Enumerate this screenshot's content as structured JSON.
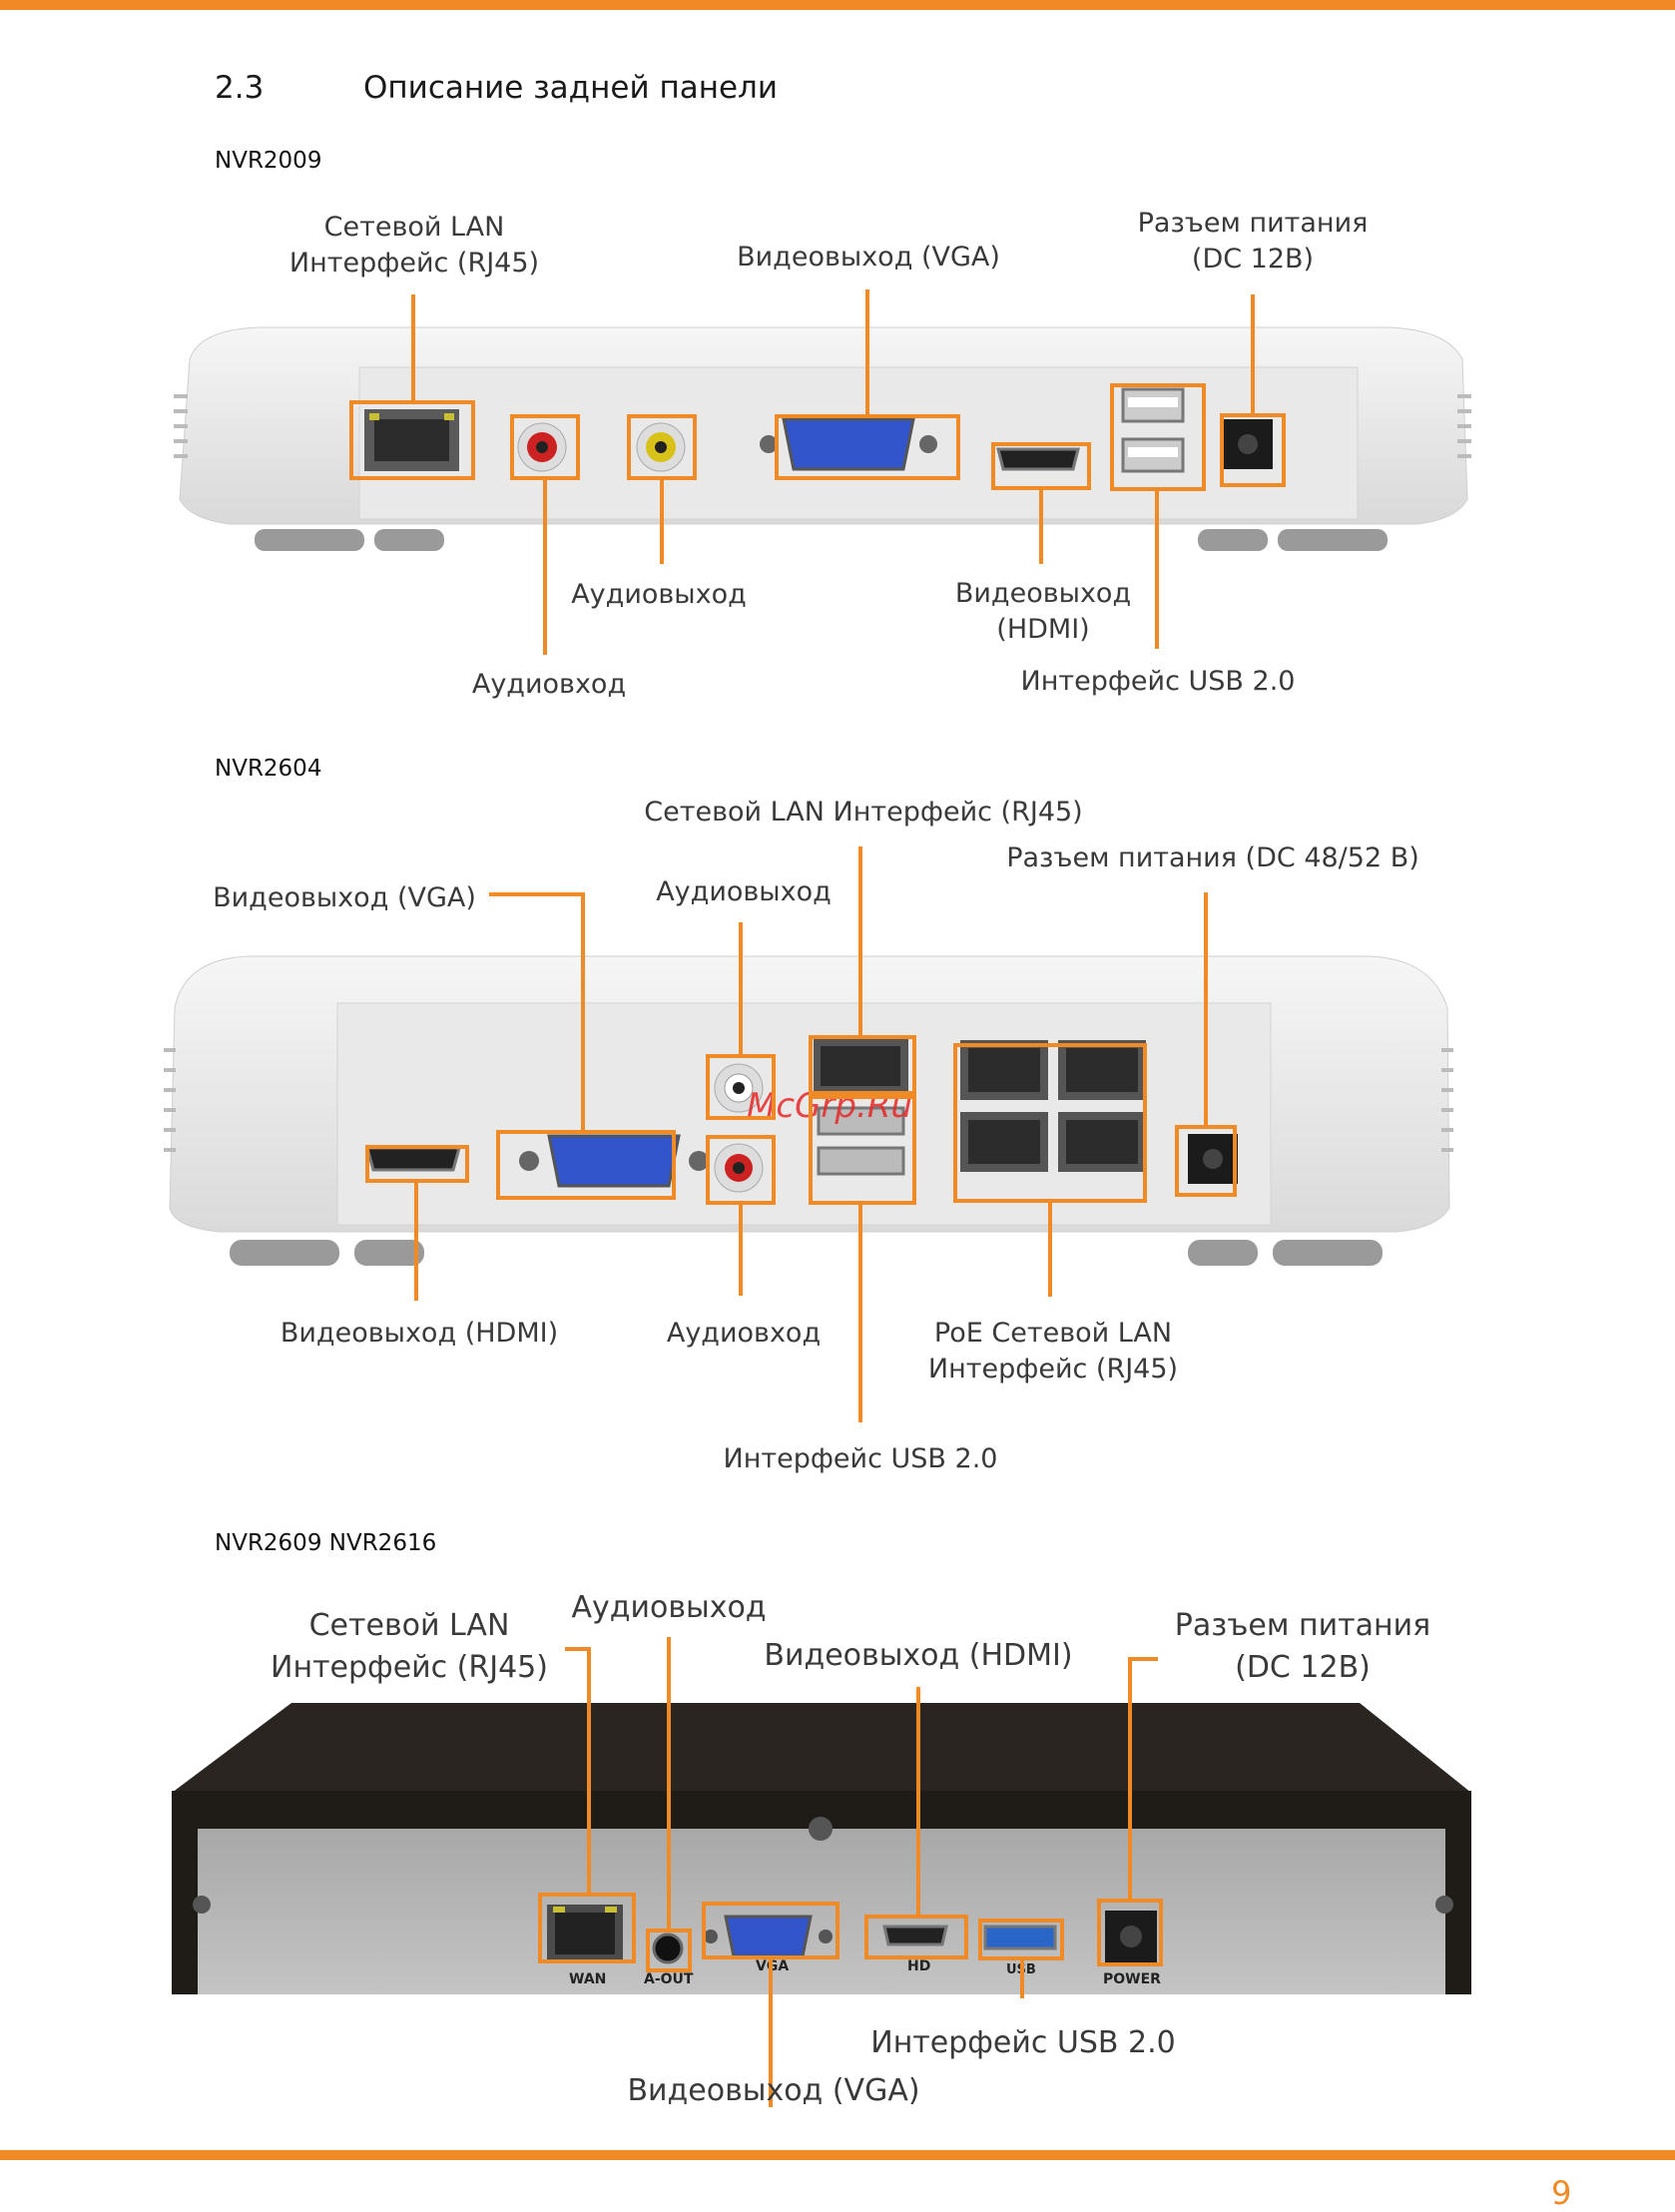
{
  "page": {
    "section_number": "2.3",
    "section_title": "Описание задней панели",
    "page_number": "9",
    "watermark": "McGrp.Ru",
    "accent_color": "#f08a24"
  },
  "nvr2009": {
    "model": "NVR2009",
    "lan": "Сетевой LAN\nИнтерфейс (RJ45)",
    "vga": "Видеовыход (VGA)",
    "power": "Разъем питания\n(DC 12В)",
    "audio_out": "Аудиовыход",
    "audio_in": "Аудиовход",
    "hdmi": "Видеовыход\n(HDMI)",
    "usb": "Интерфейс USB 2.0"
  },
  "nvr2604": {
    "model": "NVR2604",
    "lan": "Сетевой LAN Интерфейс (RJ45)",
    "power": "Разъем питания (DC  48/52 В)",
    "vga": "Видеовыход (VGA)",
    "audio_out": "Аудиовыход",
    "hdmi": "Видеовыход (HDMI)",
    "audio_in": "Аудиовход",
    "poe": "PoE Сетевой LAN\nИнтерфейс (RJ45)",
    "usb": "Интерфейс USB 2.0"
  },
  "nvr2609": {
    "model": "NVR2609 NVR2616",
    "lan": "Сетевой LAN\nИнтерфейс (RJ45)",
    "audio_out": "Аудиовыход",
    "hdmi": "Видеовыход (HDMI)",
    "power": "Разъем питания\n(DC 12В)",
    "usb": "Интерфейс USB 2.0",
    "vga": "Видеовыход (VGA)",
    "ports": {
      "wan": "WAN",
      "aout": "A-OUT",
      "vga": "VGA",
      "hd": "HD",
      "usb": "USB",
      "power": "POWER"
    }
  }
}
